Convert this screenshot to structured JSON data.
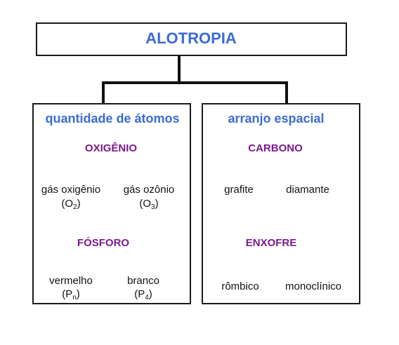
{
  "title": "ALOTROPIA",
  "left": {
    "heading": "quantidade de átomos",
    "groups": [
      {
        "element": "OXIGÊNIO",
        "items": [
          {
            "name": "gás oxigênio",
            "formula_pre": "(O",
            "formula_sub": "2",
            "formula_post": ")"
          },
          {
            "name": "gás ozônio",
            "formula_pre": "(O",
            "formula_sub": "3",
            "formula_post": ")"
          }
        ]
      },
      {
        "element": "FÓSFORO",
        "items": [
          {
            "name": "vermelho",
            "formula_pre": "(P",
            "formula_sub": "n",
            "formula_post": ")"
          },
          {
            "name": "branco",
            "formula_pre": "(P",
            "formula_sub": "4",
            "formula_post": ")"
          }
        ]
      }
    ]
  },
  "right": {
    "heading": "arranjo espacial",
    "groups": [
      {
        "element": "CARBONO",
        "items": [
          {
            "name": "grafite"
          },
          {
            "name": "diamante"
          }
        ]
      },
      {
        "element": "ENXOFRE",
        "items": [
          {
            "name": "rômbico"
          },
          {
            "name": "monoclínico"
          }
        ]
      }
    ]
  },
  "colors": {
    "title": "#3b6bd6",
    "element": "#7a1a8c",
    "line": "#111111"
  }
}
